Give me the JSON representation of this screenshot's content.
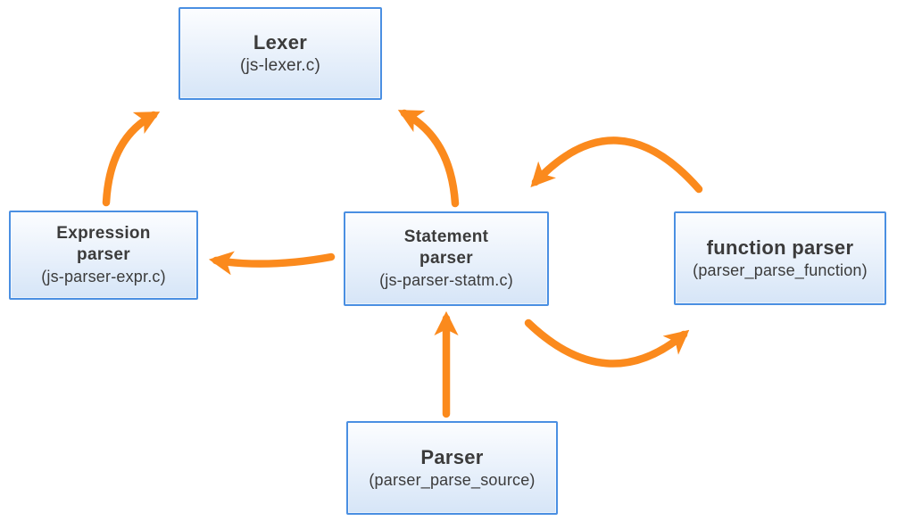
{
  "diagram": {
    "colors": {
      "arrow": "#FB8A1D",
      "node_border": "#4A8FE2",
      "node_fill_top": "#FCFDFF",
      "node_fill_bottom": "#D6E5F7",
      "text": "#3B3B3B",
      "background": "#FFFFFF"
    },
    "nodes": {
      "lexer": {
        "title_lines": [
          "Lexer"
        ],
        "subtitle": "(js-lexer.c)"
      },
      "expression_parser": {
        "title_lines": [
          "Expression",
          "parser"
        ],
        "subtitle": "(js-parser-expr.c)"
      },
      "statement_parser": {
        "title_lines": [
          "Statement",
          "parser"
        ],
        "subtitle": "(js-parser-statm.c)"
      },
      "function_parser": {
        "title_lines": [
          "function parser"
        ],
        "subtitle": "(parser_parse_function)"
      },
      "parser": {
        "title_lines": [
          "Parser"
        ],
        "subtitle": "(parser_parse_source)"
      }
    },
    "edges": [
      {
        "from": "expression-parser",
        "to": "lexer"
      },
      {
        "from": "statement-parser",
        "to": "lexer"
      },
      {
        "from": "statement-parser",
        "to": "expression-parser"
      },
      {
        "from": "function-parser",
        "to": "statement-parser"
      },
      {
        "from": "statement-parser",
        "to": "function-parser"
      },
      {
        "from": "parser",
        "to": "statement-parser"
      }
    ]
  }
}
